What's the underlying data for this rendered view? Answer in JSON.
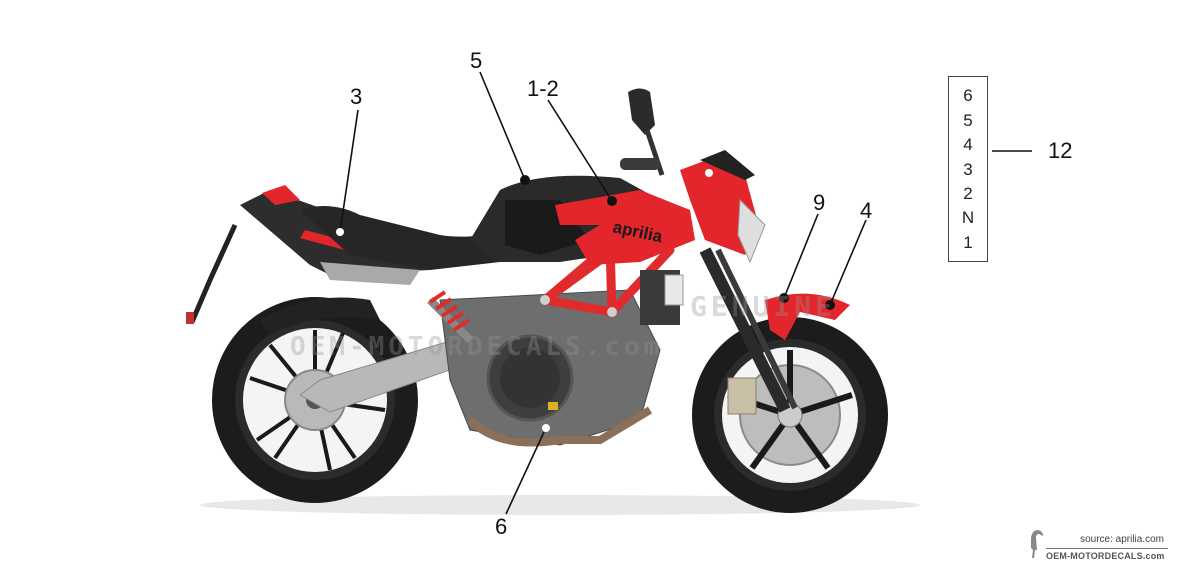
{
  "diagram": {
    "subject": "Aprilia naked motorcycle, side view, decal positions",
    "brand_decal_text": "aprilia",
    "callouts": [
      {
        "id": "3",
        "label": "3",
        "target": "rear tail fairing decal"
      },
      {
        "id": "5",
        "label": "5",
        "target": "fuel tank top"
      },
      {
        "id": "1-2",
        "label": "1-2",
        "target": "tank side aprilia decal"
      },
      {
        "id": "9",
        "label": "9",
        "target": "front mudguard front"
      },
      {
        "id": "4",
        "label": "4",
        "target": "front mudguard rear"
      },
      {
        "id": "6",
        "label": "6",
        "target": "engine crankcase"
      },
      {
        "id": "12",
        "label": "12",
        "target": "gear indicator decal"
      }
    ],
    "gear_indicator": {
      "label": "12",
      "gears": [
        "6",
        "5",
        "4",
        "3",
        "2",
        "N",
        "1"
      ]
    },
    "colors": {
      "body_red": "#e3262b",
      "body_black": "#2a2a2a",
      "frame_red": "#e02a2c",
      "metal_grey": "#9a9a9a",
      "callout_text": "#111111"
    }
  },
  "watermark": {
    "line1": "GENUINE",
    "line2": "OEM-MOTORDECALS.com"
  },
  "footer": {
    "source": "source: aprilia.com",
    "brand": "OEM-MOTORDECALS.com"
  }
}
